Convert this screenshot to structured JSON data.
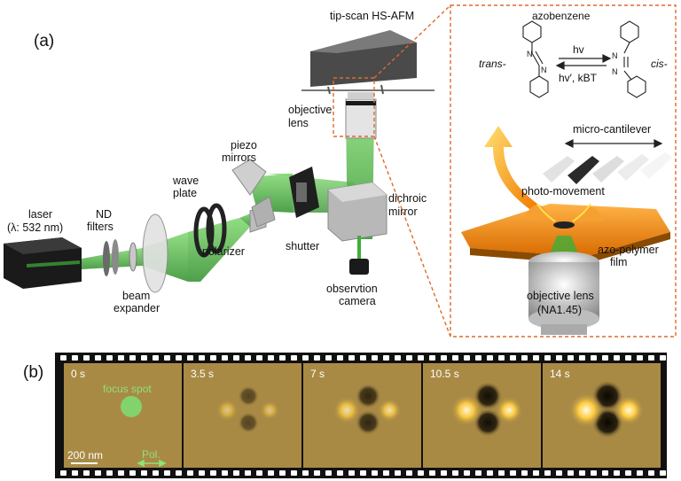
{
  "panel_a": {
    "label": "(a)",
    "components": {
      "laser_line1": "laser",
      "laser_line2": "(λ: 532 nm)",
      "nd_line1": "ND",
      "nd_line2": "filters",
      "beam_expander_line1": "beam",
      "beam_expander_line2": "expander",
      "wave_plate_line1": "wave",
      "wave_plate_line2": "plate",
      "polarizer": "polarizer",
      "piezo_line1": "piezo",
      "piezo_line2": "mirrors",
      "shutter": "shutter",
      "dichroic_line1": "dichroic",
      "dichroic_line2": "mirror",
      "camera_line1": "observtion",
      "camera_line2": "camera",
      "objective_line1": "objective",
      "objective_line2": "lens",
      "hs_afm": "tip-scan HS-AFM"
    },
    "inset": {
      "title": "azobenzene",
      "trans": "trans-",
      "cis": "cis-",
      "forward_label": "hv",
      "reverse_label": "hv′, kBT",
      "cantilever": "micro-cantilever",
      "photo_movement": "photo-movement",
      "film_line1": "azo-polymer",
      "film_line2": "film",
      "objective_line1": "objective lens",
      "objective_line2": "(NA1.45)"
    }
  },
  "panel_b": {
    "label": "(b)",
    "frames": [
      {
        "time": "0 s",
        "intensity": 0
      },
      {
        "time": "3.5 s",
        "intensity": 0.25
      },
      {
        "time": "7 s",
        "intensity": 0.55
      },
      {
        "time": "10.5 s",
        "intensity": 0.8
      },
      {
        "time": "14 s",
        "intensity": 1.0
      }
    ],
    "focus_spot": "focus spot",
    "scale_bar": "200 nm",
    "polarization": "Pol."
  },
  "colors": {
    "beam": "#3fae3a",
    "frame_bg": "#a98a45",
    "inset_border": "#e06a2a",
    "film": "#f08a1c",
    "text": "#111111"
  }
}
